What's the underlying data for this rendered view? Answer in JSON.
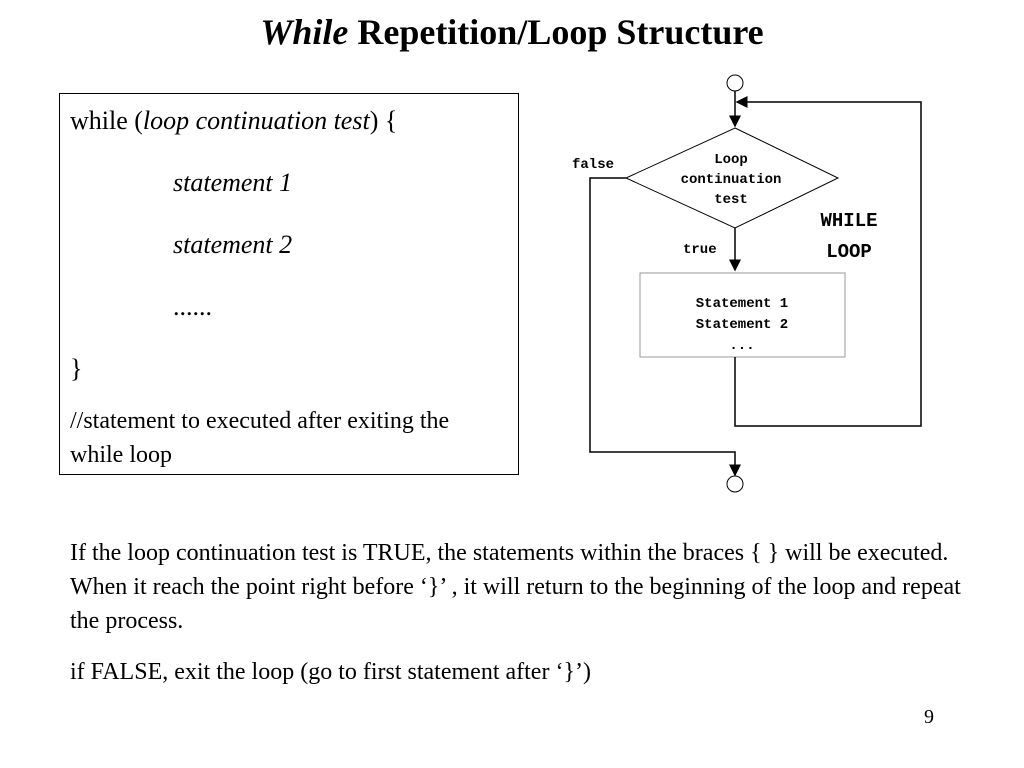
{
  "slide": {
    "title_keyword": "While",
    "title_rest": "Repetition/Loop Structure",
    "page_number": "9"
  },
  "code": {
    "while_kw": "while (",
    "condition": "loop continuation test",
    "open": ") {",
    "stmt1": "statement 1",
    "stmt2": "statement 2",
    "dots": "......",
    "close": "}",
    "comment": "//statement to executed after exiting the while loop"
  },
  "flowchart": {
    "decision_lines": [
      "Loop",
      "continuation",
      "test"
    ],
    "false_label": "false",
    "true_label": "true",
    "body_lines": [
      "Statement 1",
      "Statement 2",
      "..."
    ],
    "caption_lines": [
      "WHILE",
      "LOOP"
    ]
  },
  "explanation": {
    "para1": "If the loop continuation test is TRUE, the statements within the braces { } will be executed. When it reach the point right before ‘}’ , it will return to the beginning of the loop and repeat the process.",
    "para2": "if FALSE, exit the loop (go to first statement after ‘}’)"
  }
}
